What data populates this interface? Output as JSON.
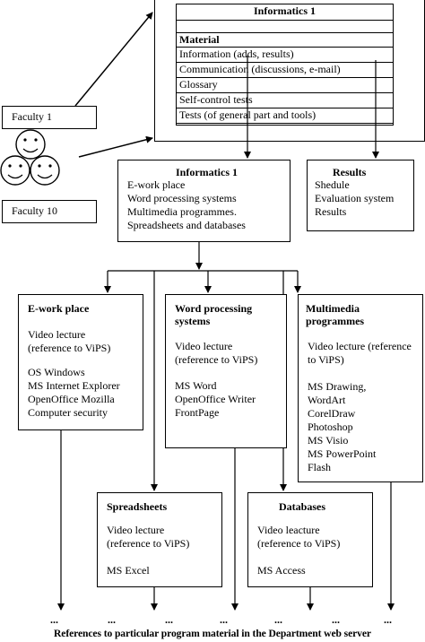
{
  "faculty": {
    "first_label": "Faculty 1",
    "last_label": "Faculty 10",
    "icon": "smiley-faces-icon"
  },
  "material_panel": {
    "title": "Informatics 1",
    "header": "Material",
    "items": [
      "Information (adds, results)",
      "Communication (discussions, e-mail)",
      "Glossary",
      "Self-control tests",
      "Tests (of general part and tools)"
    ]
  },
  "informatics_box": {
    "title": "Informatics 1",
    "items": [
      "E-work place",
      "Word processing systems",
      "Multimedia programmes.",
      "Spreadsheets and databases"
    ]
  },
  "results_box": {
    "title": "Results",
    "items": [
      "Shedule",
      "Evaluation system",
      "Results"
    ]
  },
  "modules": {
    "ework": {
      "title": "E-work place",
      "lecture": [
        "Video lecture",
        "(reference to ViPS)"
      ],
      "items": [
        "OS Windows",
        "MS Internet Explorer",
        "OpenOffice Mozilla",
        "Computer security"
      ]
    },
    "word": {
      "title": [
        "Word processing",
        "systems"
      ],
      "lecture": [
        "Video lecture",
        "(reference to ViPS)"
      ],
      "items": [
        "MS Word",
        "OpenOffice Writer",
        "FrontPage"
      ]
    },
    "multimedia": {
      "title": [
        "Multimedia",
        "programmes"
      ],
      "lecture": [
        "Video lecture (reference",
        "to ViPS)"
      ],
      "items": [
        "MS Drawing,",
        "WordArt",
        "CorelDraw",
        "Photoshop",
        "MS Visio",
        "MS PowerPoint",
        "Flash"
      ]
    },
    "spreadsheets": {
      "title": "Spreadsheets",
      "lecture": [
        "Video lecture",
        "(reference to ViPS)"
      ],
      "items": [
        "MS Excel"
      ]
    },
    "databases": {
      "title": "Databases",
      "lecture": [
        "Video leacture",
        "(reference to ViPS)"
      ],
      "items": [
        "MS Access"
      ]
    }
  },
  "footer": {
    "ellipsis": "...",
    "caption": "References to particular program material in the Department web server"
  }
}
